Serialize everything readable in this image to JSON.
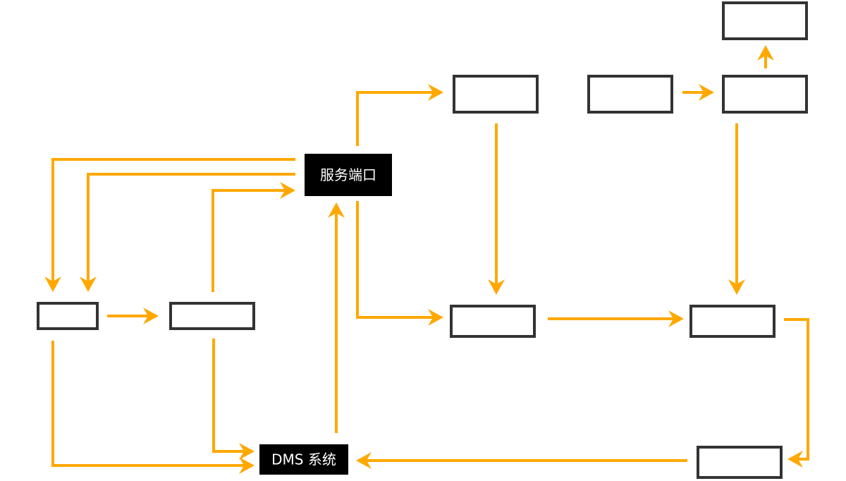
{
  "diagram": {
    "colors": {
      "edge": "#FFA800",
      "box_stroke": "#333333",
      "label_bg": "#000000",
      "label_text": "#ffffff"
    },
    "nodes": [
      {
        "id": "service-port",
        "label": "服务端口",
        "type": "label"
      },
      {
        "id": "dms-system",
        "label": "DMS 系统",
        "type": "label"
      },
      {
        "id": "box-left-small",
        "label": "",
        "type": "empty"
      },
      {
        "id": "box-left-mid",
        "label": "",
        "type": "empty"
      },
      {
        "id": "box-top-center",
        "label": "",
        "type": "empty"
      },
      {
        "id": "box-top-right-left",
        "label": "",
        "type": "empty"
      },
      {
        "id": "box-top-right",
        "label": "",
        "type": "empty"
      },
      {
        "id": "box-top-right-upper",
        "label": "",
        "type": "empty"
      },
      {
        "id": "box-mid-center",
        "label": "",
        "type": "empty"
      },
      {
        "id": "box-mid-right",
        "label": "",
        "type": "empty"
      },
      {
        "id": "box-bottom-right",
        "label": "",
        "type": "empty"
      }
    ],
    "edges": [
      {
        "from": "service-port",
        "to": "box-left-small"
      },
      {
        "from": "service-port",
        "to": "box-left-small"
      },
      {
        "from": "box-left-mid",
        "to": "service-port"
      },
      {
        "from": "box-left-small",
        "to": "box-left-mid"
      },
      {
        "from": "box-left-small",
        "to": "dms-system"
      },
      {
        "from": "box-left-mid",
        "to": "dms-system"
      },
      {
        "from": "dms-system",
        "to": "service-port"
      },
      {
        "from": "service-port",
        "to": "box-top-center"
      },
      {
        "from": "service-port",
        "to": "box-mid-center"
      },
      {
        "from": "box-top-center",
        "to": "box-mid-center"
      },
      {
        "from": "box-mid-center",
        "to": "box-mid-right"
      },
      {
        "from": "box-top-right-left",
        "to": "box-top-right"
      },
      {
        "from": "box-top-right",
        "to": "box-top-right-upper"
      },
      {
        "from": "box-top-right",
        "to": "box-mid-right"
      },
      {
        "from": "box-mid-right",
        "to": "box-bottom-right"
      },
      {
        "from": "box-bottom-right",
        "to": "dms-system"
      }
    ]
  }
}
